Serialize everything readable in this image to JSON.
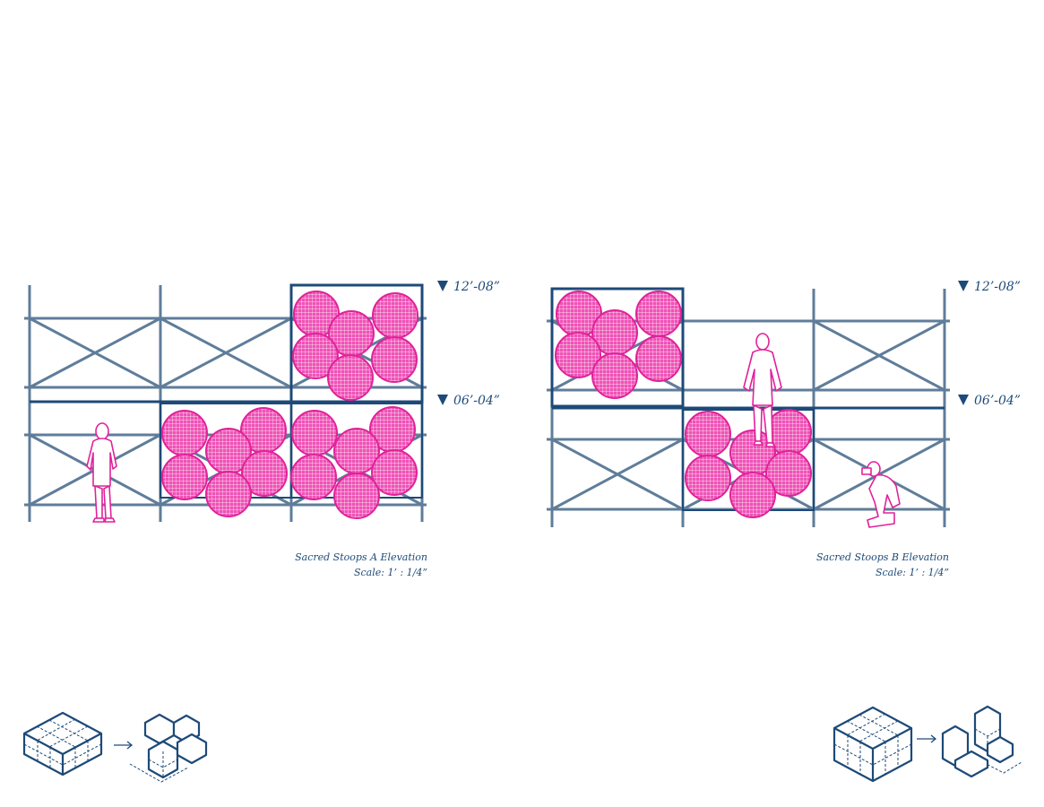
{
  "elevation_a": {
    "level_top": "12’-08”",
    "level_mid": "06’-04”",
    "caption_title": "Sacred Stoops A Elevation",
    "caption_scale": "Scale: 1’ : 1/4”"
  },
  "elevation_b": {
    "level_top": "12’-08”",
    "level_mid": "06’-04”",
    "caption_title": "Sacred Stoops B Elevation",
    "caption_scale": "Scale: 1’ : 1/4”"
  },
  "colors": {
    "frame_blue": "#1d4a78",
    "scaffold_steel": "#5f7d9a",
    "sphere_magenta": "#e0229a"
  },
  "icons": [
    "level-marker-icon",
    "volume-cube-icon",
    "transform-arrow-icon"
  ]
}
